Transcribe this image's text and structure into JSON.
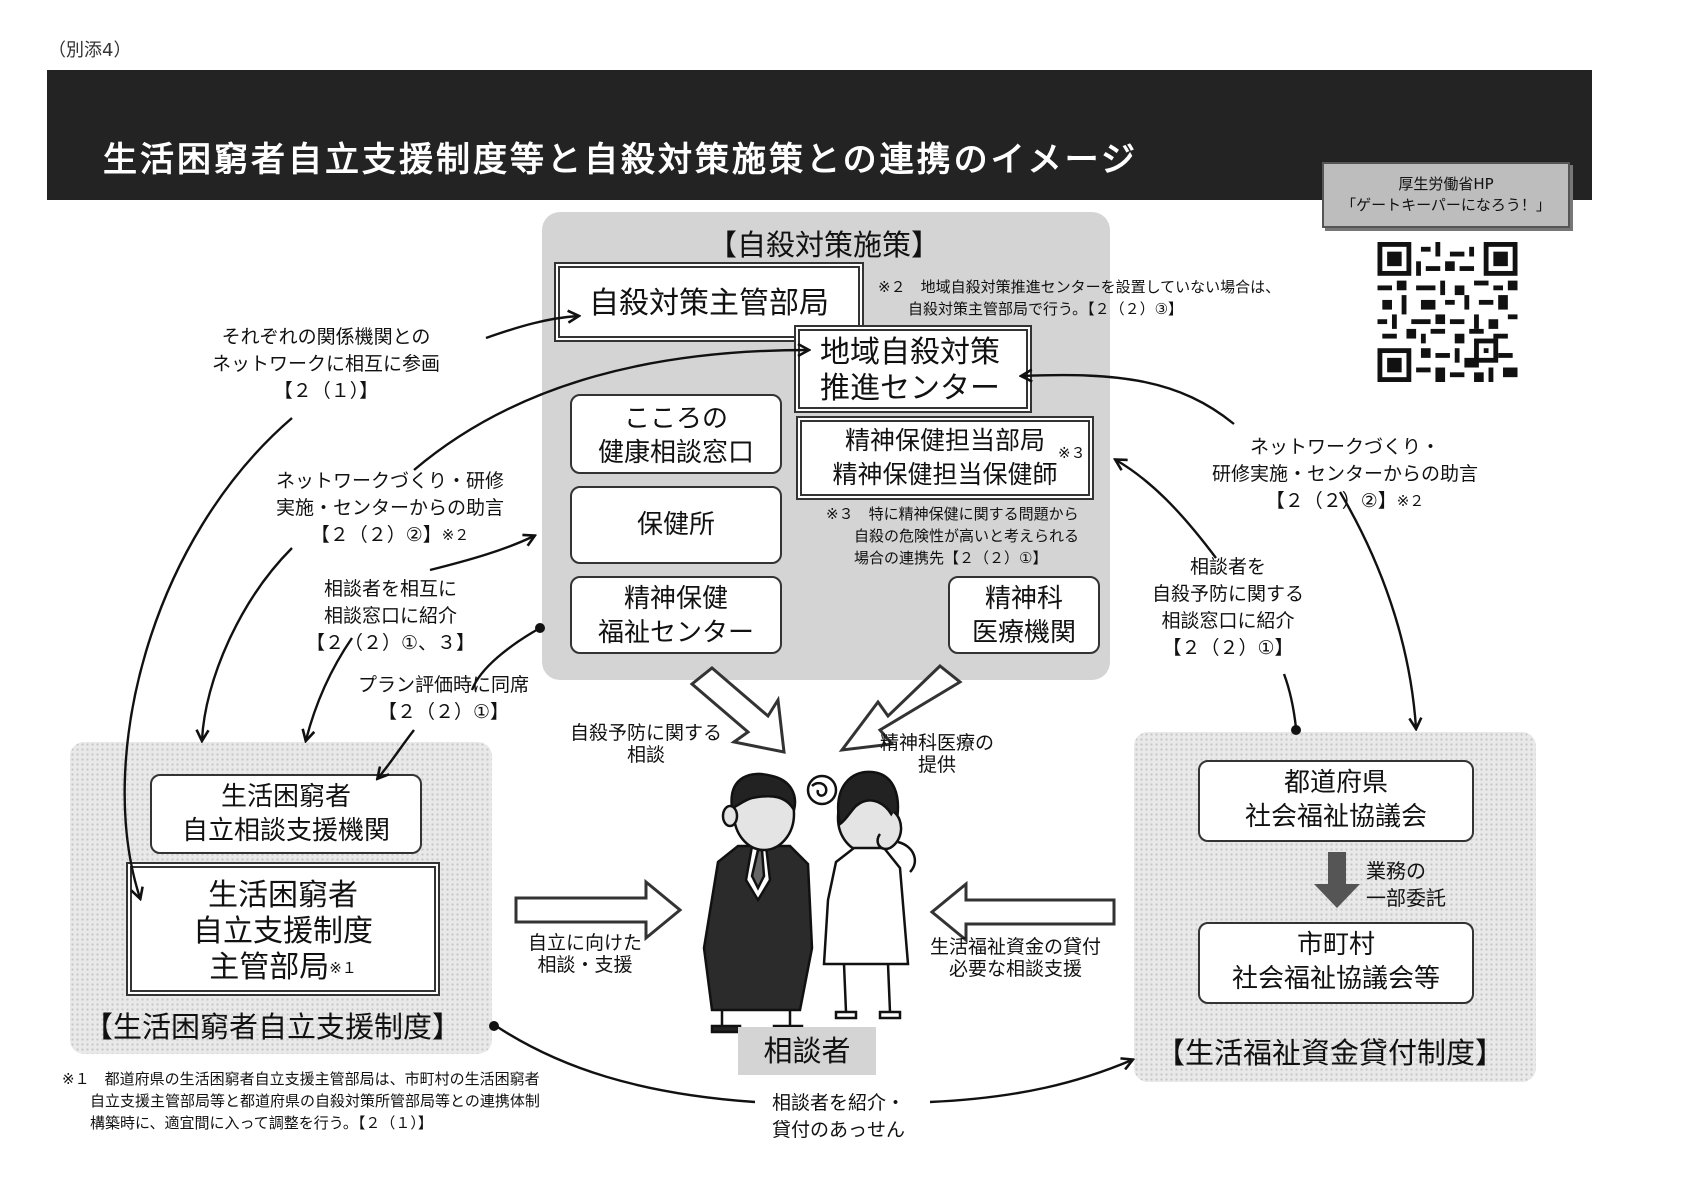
{
  "note_top": "（別添4）",
  "title": "生活困窮者自立支援制度等と自殺対策施策との連携のイメージ",
  "hp_badge": {
    "line1": "厚生労働省HP",
    "line2": "「ゲートキーパーになろう！」"
  },
  "suicide_panel": {
    "title": "【自殺対策施策】",
    "main_dept": "自殺対策主管部局",
    "center_line1": "地域自殺対策",
    "center_line2": "推進センター",
    "kokoro_line1": "こころの",
    "kokoro_line2": "健康相談窓口",
    "hokenjo": "保健所",
    "seishin_center_line1": "精神保健",
    "seishin_center_line2": "福祉センター",
    "seishin_dept_line1": "精神保健担当部局",
    "seishin_dept_line2": "精神保健担当保健師",
    "seishin_dept_mark": "※３",
    "psych_line1": "精神科",
    "psych_line2": "医療機関",
    "note2_line1": "※２　地域自殺対策推進センターを設置していない場合は、",
    "note2_line2": "自殺対策主管部局で行う。【２（２）③】",
    "note3_line1": "※３　特に精神保健に関する問題から",
    "note3_line2": "自殺の危険性が高いと考えられる",
    "note3_line3": "場合の連携先【２（２）①】"
  },
  "poverty_panel": {
    "title": "【生活困窮者自立支援制度】",
    "agency_line1": "生活困窮者",
    "agency_line2": "自立相談支援機関",
    "dept_line1": "生活困窮者",
    "dept_line2": "自立支援制度",
    "dept_line3": "主管部局",
    "dept_mark": "※１"
  },
  "welfare_panel": {
    "title": "【生活福祉資金貸付制度】",
    "pref_line1": "都道府県",
    "pref_line2": "社会福祉協議会",
    "delegate_line1": "業務の",
    "delegate_line2": "一部委託",
    "muni_line1": "市町村",
    "muni_line2": "社会福祉協議会等"
  },
  "labels": {
    "network_line1": "それぞれの関係機関との",
    "network_line2": "ネットワークに相互に参画",
    "network_line3": "【２（１）】",
    "training_left_line1": "ネットワークづくり・研修",
    "training_left_line2": "実施・センターからの助言",
    "training_left_line3": "【２（２）②】",
    "training_left_mark": "※２",
    "refer_mutual_line1": "相談者を相互に",
    "refer_mutual_line2": "相談窓口に紹介",
    "refer_mutual_line3": "【２（２）①、３】",
    "plan_line1": "プラン評価時に同席",
    "plan_line2": "【２（２）①】",
    "training_right_line1": "ネットワークづくり・",
    "training_right_line2": "研修実施・センターからの助言",
    "training_right_line3": "【２（２）②】",
    "training_right_mark": "※２",
    "refer_prevent_line1": "相談者を",
    "refer_prevent_line2": "自殺予防に関する",
    "refer_prevent_line3": "相談窓口に紹介",
    "refer_prevent_line4": "【２（２）①】",
    "prevent_consult_line1": "自殺予防に関する",
    "prevent_consult_line2": "相談",
    "psych_provide_line1": "精神科医療の",
    "psych_provide_line2": "提供",
    "independence_line1": "自立に向けた",
    "independence_line2": "相談・支援",
    "loan_line1": "生活福祉資金の貸付",
    "loan_line2": "必要な相談支援",
    "intro_line1": "相談者を紹介・",
    "intro_line2": "貸付のあっせん",
    "consultant": "相談者"
  },
  "footnote1": {
    "line1": "※１　都道府県の生活困窮者自立支援主管部局は、市町村の生活困窮者",
    "line2": "自立支援主管部局等と都道府県の自殺対策所管部局等との連携体制",
    "line3": "構築時に、適宜間に入って調整を行う。【２（１）】"
  }
}
